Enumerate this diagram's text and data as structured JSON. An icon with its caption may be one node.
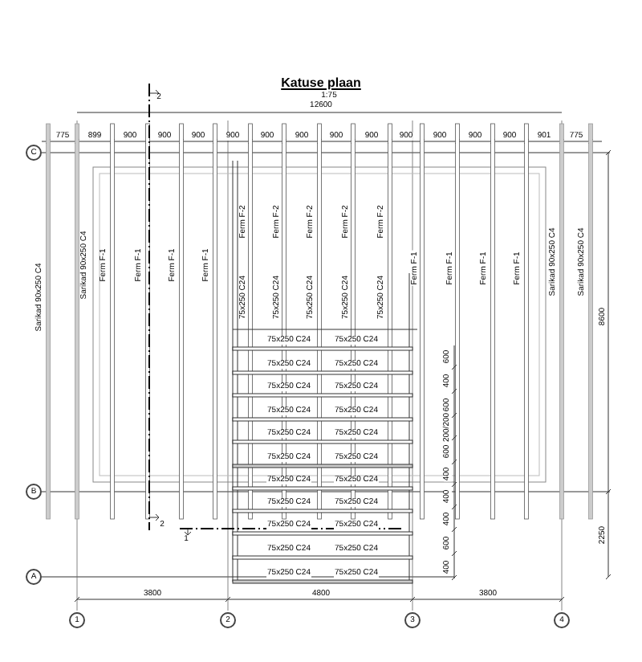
{
  "diagram": {
    "title": "Katuse plaan",
    "nodes": [
      {
        "text": [
          "C"
        ]
      },
      {
        "text": [
          "B"
        ]
      },
      {
        "text": [
          "A"
        ]
      },
      {
        "text": [
          "1"
        ]
      },
      {
        "text": [
          "2"
        ]
      },
      {
        "text": [
          "3"
        ]
      },
      {
        "text": [
          "4"
        ]
      }
    ],
    "labels": [
      "1:75",
      "12600",
      "775",
      "899",
      "900",
      "900",
      "900",
      "900",
      "900",
      "900",
      "900",
      "900",
      "900",
      "900",
      "900",
      "900",
      "901",
      "775",
      "2",
      "Sarikad 90x250 C4",
      "Sarikad 90x250 C4",
      "Ferm F-1",
      "Ferm F-1",
      "Ferm F-1",
      "Ferm F-1",
      "Ferm F-2",
      "Ferm F-2",
      "Ferm F-2",
      "Ferm F-2",
      "Ferm F-2",
      "75x250 C24",
      "75x250 C24",
      "75x250 C24",
      "75x250 C24",
      "75x250 C24",
      "Ferm F-1",
      "Ferm F-1",
      "Ferm F-1",
      "Ferm F-1",
      "Sarikad 90x250 C4",
      "Sarikad 90x250 C4",
      "8600",
      "75x250 C24",
      "75x250 C24",
      "75x250 C24",
      "75x250 C24",
      "75x250 C24",
      "75x250 C24",
      "75x250 C24",
      "75x250 C24",
      "75x250 C24",
      "75x250 C24",
      "75x250 C24",
      "75x250 C24",
      "75x250 C24",
      "75x250 C24",
      "75x250 C24",
      "75x250 C24",
      "75x250 C24",
      "75x250 C24",
      "75x250 C24",
      "75x250 C24",
      "75x250 C24",
      "75x250 C24",
      "600",
      "400",
      "600",
      "200/200",
      "600",
      "400",
      "400",
      "400",
      "600",
      "400",
      "2",
      "1",
      "2250",
      "3800",
      "4800",
      "3800"
    ]
  }
}
